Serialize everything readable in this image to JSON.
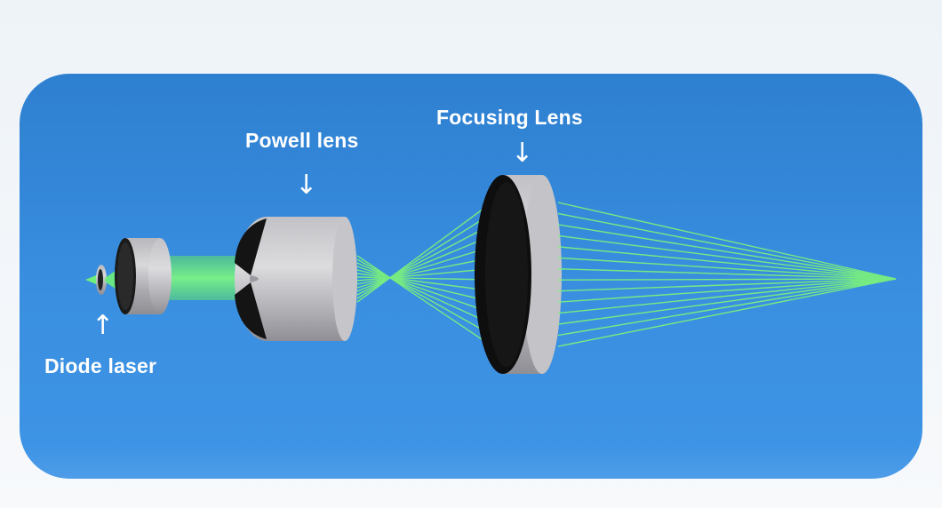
{
  "labels": {
    "diode_laser": "Diode laser",
    "powell_lens": "Powell lens",
    "focusing_lens": "Focusing Lens"
  },
  "arrows": {
    "diode_laser": "↑",
    "powell_lens": "↓",
    "focusing_lens": "↓"
  },
  "colors": {
    "panel_top": "#2e7fd0",
    "panel_bottom": "#3e94e6",
    "laser_beam": "#6ef07a",
    "lens_metal": "#c9c9cc",
    "lens_face": "#111111",
    "label": "#ffffff"
  }
}
